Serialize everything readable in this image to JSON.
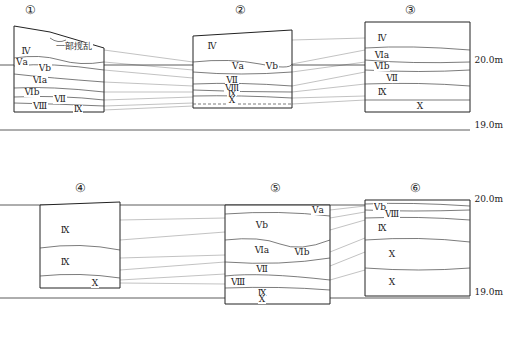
{
  "diagram": {
    "labels": [
      "①",
      "②",
      "③",
      "一部撹乱",
      "Ⅳ",
      "Ⅴa",
      "Ⅴb",
      "Ⅵa",
      "Ⅵb",
      "Ⅶ",
      "Ⅷ",
      "Ⅸ",
      "Ⅳ",
      "Ⅴa",
      "Ⅴb",
      "Ⅶ",
      "Ⅷ",
      "Ⅸ",
      "Ⅹ",
      "Ⅳ",
      "Ⅵa",
      "Ⅵb",
      "Ⅶ",
      "Ⅸ",
      "Ⅹ",
      "20.0m",
      "19.0m",
      "④",
      "⑤",
      "⑥",
      "Ⅸ",
      "Ⅸ",
      "Ⅹ",
      "Ⅴa",
      "Ⅴb",
      "Ⅵa",
      "Ⅵb",
      "Ⅶ",
      "Ⅷ",
      "Ⅸ",
      "Ⅹ",
      "Ⅴb",
      "Ⅷ",
      "Ⅸ",
      "Ⅹ",
      "Ⅹ",
      "20.0m",
      "19.0m"
    ]
  }
}
